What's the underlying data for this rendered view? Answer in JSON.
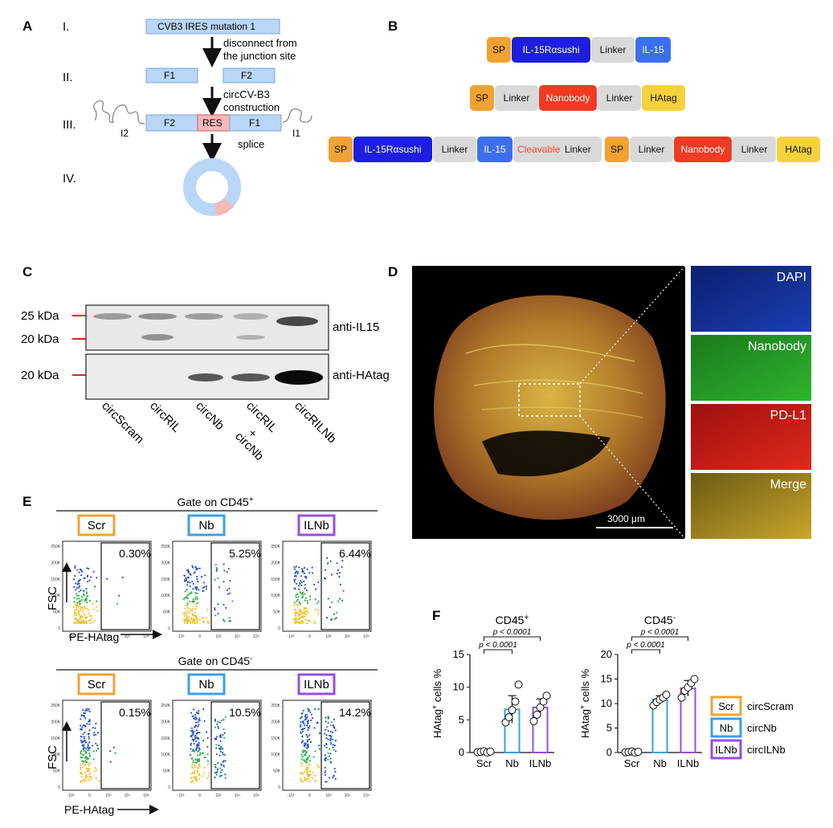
{
  "panel_letters": {
    "a": "A",
    "b": "B",
    "c": "C",
    "d": "D",
    "e": "E",
    "f": "F"
  },
  "panel_a": {
    "steps": [
      "I.",
      "II.",
      "III.",
      "IV."
    ],
    "construct": "CVB3 IRES mutation 1",
    "arrow1": [
      "disconnect from",
      "the junction site"
    ],
    "frag1": "F1",
    "frag2": "F2",
    "arrow2": [
      "circCV-B3",
      "construction"
    ],
    "iii_f2": "F2",
    "iii_res": "RES",
    "iii_f1": "F1",
    "intron_left": "I2",
    "intron_right": "I1",
    "arrow3": "splice",
    "colors": {
      "blue": "#b9d6f7",
      "blue_edge": "#7aa7d6",
      "res": "#f4b8b8",
      "res_edge": "#d05a5a"
    }
  },
  "panel_b": {
    "row1": [
      "SP",
      "IL-15Rαsushi",
      "Linker",
      "IL-15"
    ],
    "row2": [
      "SP",
      "Linker",
      "Nanobody",
      "Linker",
      "HAtag"
    ],
    "row3": [
      "SP",
      "IL-15Rαsushi",
      "Linker",
      "IL-15",
      "Cleavable",
      "Linker",
      "SP",
      "Linker",
      "Nanobody",
      "Linker",
      "HAtag"
    ],
    "colors": {
      "sp": "#f0a232",
      "sushi": "#1e1ee0",
      "linker": "#d9d9d9",
      "il15": "#3b6ff0",
      "nanobody": "#f03a22",
      "hatag": "#f7d13c",
      "cleavable": "#ee4a33"
    }
  },
  "panel_c": {
    "mw_top": [
      "25 kDa",
      "20 kDa"
    ],
    "mw_bottom": "20 kDa",
    "blot_top_label": "anti-IL15",
    "blot_bottom_label": "anti-HAtag",
    "lanes": [
      "circScram",
      "circRIL",
      "circNb",
      "circRIL",
      "+",
      "circNb",
      "circRILNb"
    ],
    "marker_color": "#e3241b"
  },
  "panel_d": {
    "channels": [
      "DAPI",
      "Nanobody",
      "PD-L1",
      "Merge"
    ],
    "scalebar": "3000 μm"
  },
  "panel_e": {
    "gate_top": "Gate on CD45",
    "gate_top_sup": "+",
    "gate_bottom": "Gate on CD45",
    "gate_bottom_sup": "-",
    "groups": [
      "Scr",
      "Nb",
      "ILNb"
    ],
    "group_colors": [
      "#f0a232",
      "#3aa0e8",
      "#9a4ce0"
    ],
    "pct_top": [
      "0.30%",
      "5.25%",
      "6.44%"
    ],
    "pct_bottom": [
      "0.15%",
      "10.5%",
      "14.2%"
    ],
    "y_label": "FSC",
    "x_label": "PE-HAtag",
    "y_ticks": [
      "250K",
      "200K",
      "150K",
      "100K",
      "50K",
      "0"
    ],
    "x_ticks": [
      "-10³",
      "0",
      "10³",
      "10⁴",
      "10⁵"
    ]
  },
  "chart_data": [
    {
      "type": "bar",
      "title": "CD45",
      "title_sup": "+",
      "ylabel_main": "HAtag",
      "ylabel_sup": "+",
      "ylabel_rest": " cells %",
      "categories": [
        "Scr",
        "Nb",
        "ILNb"
      ],
      "values": [
        0.1,
        6.6,
        6.9
      ],
      "errors": [
        0.1,
        2.1,
        1.3
      ],
      "points": [
        [
          0.05,
          0.1,
          0.2,
          0.0,
          0.15
        ],
        [
          4.6,
          5.4,
          6.5,
          7.8,
          10.4
        ],
        [
          4.8,
          5.8,
          6.9,
          7.8,
          8.7
        ]
      ],
      "ylim": [
        0,
        15
      ],
      "yticks": [
        0,
        5,
        10,
        15
      ],
      "comparisons": [
        {
          "label": "p < 0.0001",
          "from": 0,
          "to": 1
        },
        {
          "label": "p < 0.0001",
          "from": 0,
          "to": 2
        }
      ]
    },
    {
      "type": "bar",
      "title": "CD45",
      "title_sup": "-",
      "ylabel_main": "HAtag",
      "ylabel_sup": "+",
      "ylabel_rest": " cells %",
      "categories": [
        "Scr",
        "Nb",
        "ILNb"
      ],
      "values": [
        0.1,
        10.8,
        13.1
      ],
      "errors": [
        0.1,
        0.8,
        1.6
      ],
      "points": [
        [
          0.05,
          0.1,
          0.2,
          0.0,
          0.15
        ],
        [
          9.6,
          10.3,
          10.8,
          11.2,
          11.8
        ],
        [
          11.2,
          12.6,
          13.3,
          14.2,
          15.0
        ]
      ],
      "ylim": [
        0,
        20
      ],
      "yticks": [
        0,
        5,
        10,
        15,
        20
      ],
      "comparisons": [
        {
          "label": "p < 0.0001",
          "from": 0,
          "to": 1
        },
        {
          "label": "p < 0.0001",
          "from": 0,
          "to": 2
        }
      ]
    }
  ],
  "legend_f": [
    {
      "key": "Scr",
      "name": "circScram",
      "color": "#f0a232"
    },
    {
      "key": "Nb",
      "name": "circNb",
      "color": "#3aa0e8"
    },
    {
      "key": "ILNb",
      "name": "circILNb",
      "color": "#9a4ce0"
    }
  ]
}
